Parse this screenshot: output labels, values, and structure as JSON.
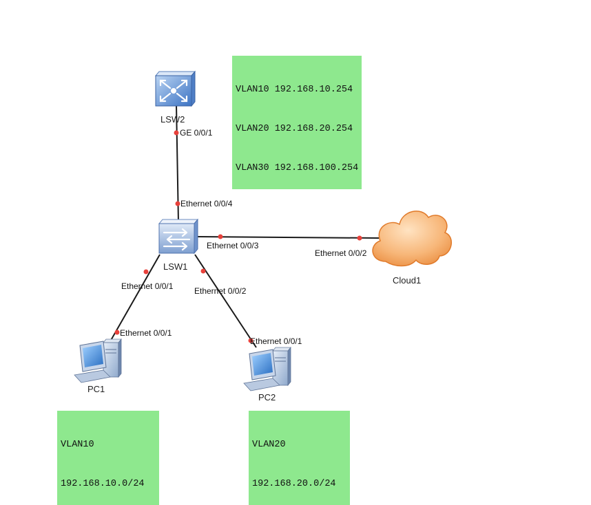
{
  "devices": {
    "lsw2": "LSW2",
    "lsw1": "LSW1",
    "cloud1": "Cloud1",
    "pc1": "PC1",
    "pc2": "PC2"
  },
  "ports": {
    "lsw2_up": "GE 0/0/1",
    "lsw1_to_lsw2": "Ethernet 0/0/4",
    "lsw1_to_cloud": "Ethernet 0/0/3",
    "cloud_to_lsw1": "Ethernet 0/0/2",
    "lsw1_to_pc1": "Ethernet 0/0/1",
    "pc1_port": "Ethernet 0/0/1",
    "lsw1_to_pc2": "Ethernet 0/0/2",
    "pc2_port": "Ethernet 0/0/1"
  },
  "notes": {
    "gateway": [
      "VLAN10 192.168.10.254",
      "VLAN20 192.168.20.254",
      "VLAN30 192.168.100.254"
    ],
    "pc1": [
      "VLAN10",
      "192.168.10.0/24"
    ],
    "pc2": [
      "VLAN20",
      "192.168.20.0/24"
    ]
  },
  "colors": {
    "note_bg": "#8ee88e",
    "port_dot": "#e8413b",
    "link": "#1a1a1a",
    "cloud": "#f5a35c"
  }
}
